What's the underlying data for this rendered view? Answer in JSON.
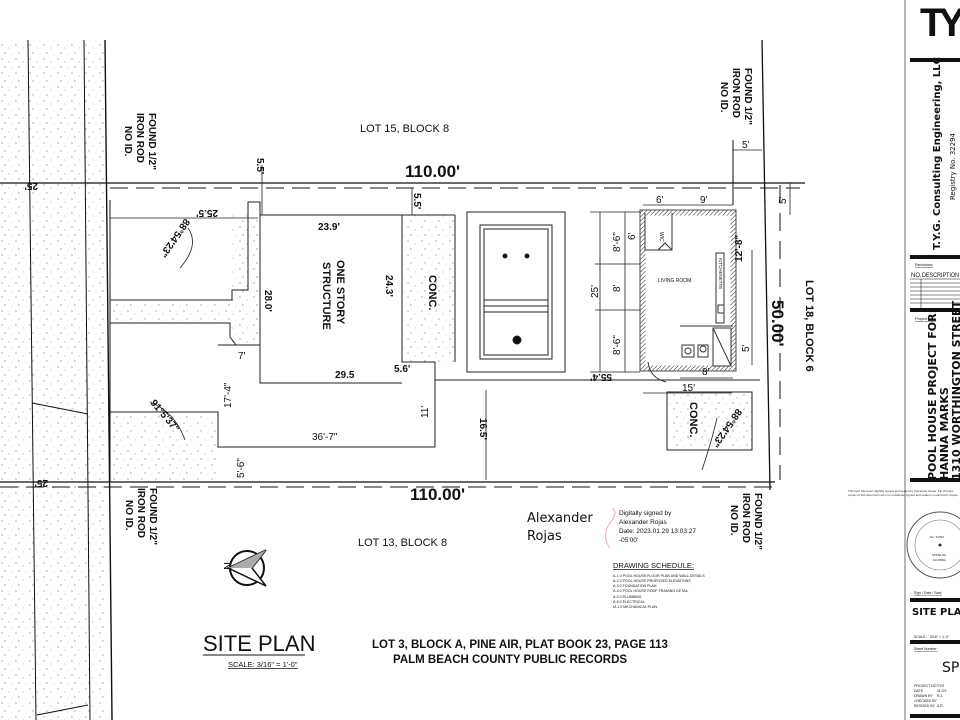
{
  "labels": {
    "lot_north": "LOT 15,  BLOCK 8",
    "lot_south": "LOT 13,  BLOCK 8",
    "lot_east": "LOT 18,  BLOCK 6",
    "structure": [
      "ONE STORY",
      "STRUCTURE"
    ],
    "conc": "CONC.",
    "iron_rod": [
      "FOUND 1/2\"",
      "IRON ROD",
      "NO ID."
    ],
    "living_room": "LIVING ROOM",
    "kitchenette": "KITCHENETTE",
    "wic": "WIC"
  },
  "dimensions": {
    "top_length": "110.00'",
    "bottom_length": "110.00'",
    "side_length": "50.00'",
    "road_25_top": "25'",
    "road_25_bottom": "25'",
    "setback_5_5_a": "5.5'",
    "setback_5_5_b": "5.5'",
    "d_25_5": "25.5'",
    "angle_top": "88°54'23\"",
    "angle_bottom": "91°5'37\"",
    "angle_right": "88°54'23\"",
    "d_23_9": "23.9'",
    "d_28_0": "28.0'",
    "d_24_3": "24.3'",
    "d_29_5": "29.5",
    "d_5_6": "5.6'",
    "d_7": "7'",
    "d_17_4": "17'-4\"",
    "d_36_7": "36'-7\"",
    "d_11": "11'",
    "d_5_6in": "5'-6\"",
    "d_16_5": "16.5'",
    "d_55_4": "55.4'",
    "ph_5_top": "5'",
    "ph_5_side": "5'",
    "ph_6": "6'",
    "ph_9": "9'",
    "ph_25": "25'",
    "ph_8_6_a": "8'-6\"",
    "ph_8": "8'",
    "ph_8_6_b": "8'-6\"",
    "ph_6_wic": "6'",
    "ph_12_8": "12'-8\"",
    "ph_5_bath": "5'",
    "ph_8_bottom": "8'",
    "ph_15": "15'"
  },
  "signature": {
    "name": [
      "Alexander",
      "Rojas"
    ],
    "digital": [
      "Digitally signed by",
      "Alexander Rojas",
      "Date: 2023.01.29 13:03:27",
      "-05'00'"
    ]
  },
  "schedule": {
    "title": "DRAWING SCHEDULE:",
    "items": [
      "A-1.0 POOL HOUSE FLOOR PLAN AND WALL DETAILS",
      "A-2.0 POOL HOUSE PROPOSED ELEVATIONS",
      "A-3.0 FOUNDATION PLAN",
      "A-4.0 POOL HOUSE ROOF FRAMING DETAIL",
      "A-5.0 PLUMBING",
      "A-6.0 ELECTRICAL",
      "M-1.0 MECHANICAL PLAN"
    ]
  },
  "north_arrow": "N",
  "title": {
    "main": "SITE PLAN",
    "scale": "SCALE: 3/16\" = 1'-0\"",
    "legal1": "LOT 3, BLOCK A, PINE AIR, PLAT BOOK 23, PAGE 113",
    "legal2": "PALM BEACH COUNTY PUBLIC RECORDS"
  },
  "title_block": {
    "logo": "TYG",
    "company": "T.Y.G. Consulting Engineering, LLC",
    "registry": "Registry No. 32294",
    "revisions_label": "Revisions:",
    "rev_no": "NO.",
    "rev_desc": "DESCRIPTION",
    "project_info_label": "Project Info:",
    "project": [
      "POOL HOUSE PROJECT FOR:",
      "HANNA MARKS",
      "1310 WORTHINGTON STREET"
    ],
    "seal_note": "This item has been digitally signed and sealed by Alexander Rojas, PE. Printed copies of this document are not considered signed and sealed on electronic copies.",
    "seal_text": [
      "ALEXANDER ROJAS",
      "LICENSE",
      "No. 72704",
      "STATE OF",
      "FLORIDA",
      "PROFESSIONAL ENGINEER"
    ],
    "sign_label": "Sign / Date / Seal:",
    "sheet_title": "SITE PLAN",
    "scale_label": "SCALE:",
    "scale_value": "3/16\" = 1'-0\"",
    "sheet_number_label": "Sheet Number:",
    "sheet_number": "SP",
    "info_labels": [
      "PROJECT NO.",
      "DATE",
      "DRAWN BY",
      "CHECKED BY",
      "REVISED BY"
    ],
    "info_values": [
      "TYG",
      "11-XX",
      "R.J.",
      "",
      "A.R."
    ]
  }
}
